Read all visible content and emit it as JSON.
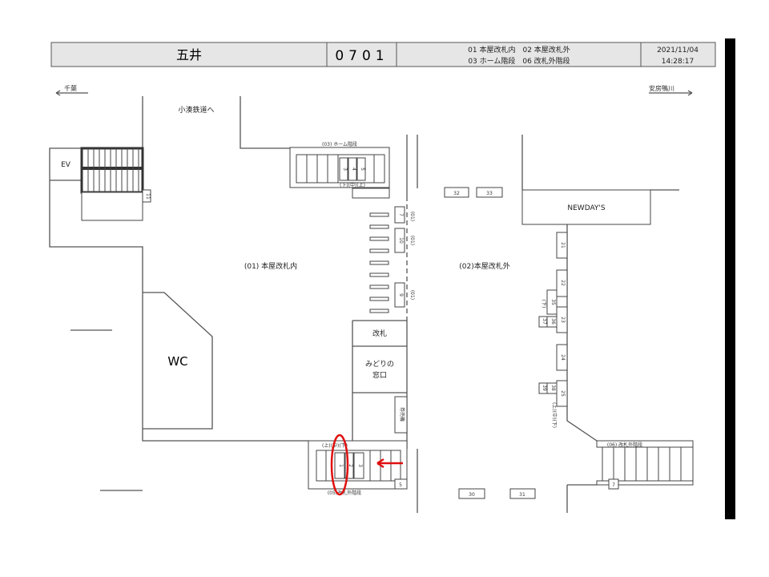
{
  "header": {
    "station": "五井",
    "code": "0701",
    "areas_line1": "01 本屋改札内　02 本屋改札外",
    "areas_line2": "03 ホーム階段　06 改札外階段",
    "date": "2021/11/04",
    "time": "14:28:17"
  },
  "directions": {
    "left": "千葉",
    "right": "安房鴨川"
  },
  "labels": {
    "kominato": "小湊鉄道へ",
    "ev": "EV",
    "wc": "WC",
    "area01": "(01) 本屋改札内",
    "area02": "(02)本屋改札外",
    "gate": "改札",
    "midori1": "みどりの",
    "midori2": "窓口",
    "ticket": "券売機",
    "newdays": "NEWDAY'S",
    "stair03": "(03) ホーム階段",
    "stair03_sub": "(下)(中)(上)",
    "stair05": "(05)改札外階段",
    "stair05_sub": "(上)(中)(下)",
    "stair06": "(06) 改札外階段",
    "right_sub": "(上)(中)(下)",
    "right_sub2": "(下)",
    "o1": "(01)"
  },
  "cameras": {
    "c1": "1",
    "c2": "2",
    "c3": "3",
    "c4": "4",
    "c5": "5",
    "c7": "7",
    "c7b": "7",
    "c9": "9",
    "c10": "10",
    "c11": "11",
    "c21": "21",
    "c22": "22",
    "c23": "23",
    "c24": "24",
    "c25": "25",
    "c30": "30",
    "c31": "31",
    "c32": "32",
    "c33": "33",
    "c35": "35",
    "c36": "36",
    "c37": "37",
    "c38": "38",
    "c39": "39"
  },
  "colors": {
    "highlight": "#e01010"
  }
}
